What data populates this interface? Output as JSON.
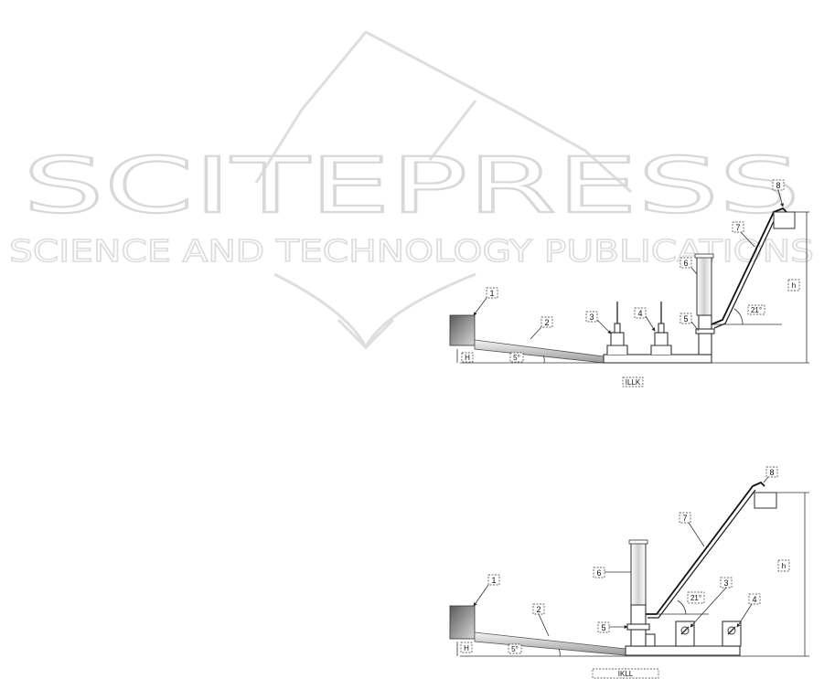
{
  "watermark": {
    "title": "SCITEPRESS",
    "subtitle": "SCIENCE AND TECHNOLOGY PUBLICATIONS"
  },
  "top_diagram": {
    "labels": {
      "l1": "1",
      "l2": "2",
      "l3": "3",
      "l4": "4",
      "l5": "5",
      "l6": "6",
      "l7": "7",
      "l8": "8",
      "H": "H",
      "alpha": "5°",
      "h": "h",
      "beta": "21°",
      "L": "ILLK"
    }
  },
  "bottom_diagram": {
    "labels": {
      "l1": "1",
      "l2": "2",
      "l3": "3",
      "l4": "4",
      "l5": "5",
      "l6": "6",
      "l7": "7",
      "l8": "8",
      "H": "H",
      "alpha": "5°",
      "h": "h",
      "beta": "21°",
      "L": "IKLL"
    }
  }
}
